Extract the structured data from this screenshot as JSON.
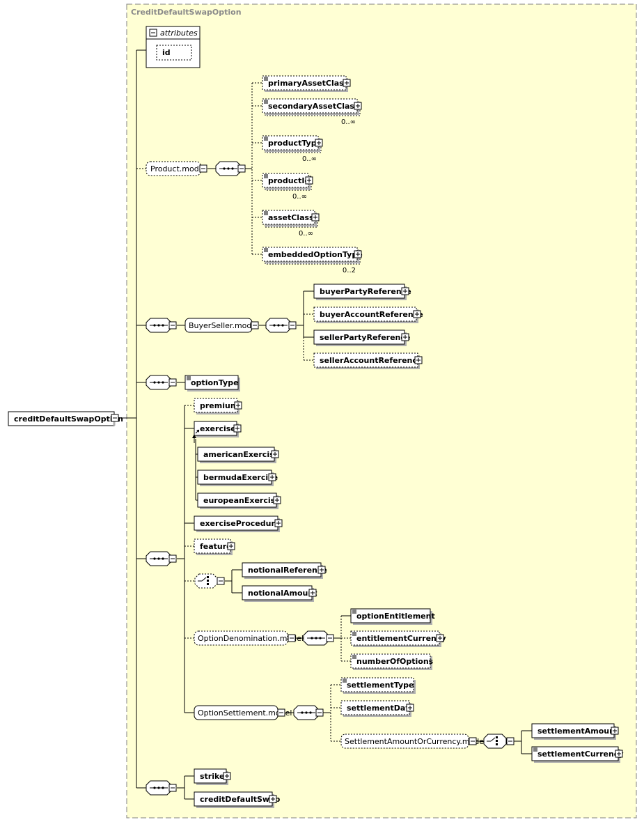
{
  "root": {
    "name": "creditDefaultSwapOption"
  },
  "complex_type": {
    "name": "CreditDefaultSwapOption"
  },
  "attributes": {
    "title": "attributes",
    "items": [
      "id"
    ]
  },
  "elements": [
    {
      "name": "primaryAssetClass"
    },
    {
      "name": "secondaryAssetClass",
      "occurrence": "0..∞"
    },
    {
      "name": "productType",
      "occurrence": "0..∞"
    },
    {
      "name": "productId",
      "occurrence": "0..∞"
    },
    {
      "name": "assetClass",
      "occurrence": "0..∞"
    },
    {
      "name": "embeddedOptionType",
      "occurrence": "0..2"
    },
    {
      "name": "buyerPartyReference"
    },
    {
      "name": "buyerAccountReference"
    },
    {
      "name": "sellerPartyReference"
    },
    {
      "name": "sellerAccountReference"
    },
    {
      "name": "optionType"
    },
    {
      "name": "premium"
    },
    {
      "name": "exercise"
    },
    {
      "name": "americanExercise"
    },
    {
      "name": "bermudaExercise"
    },
    {
      "name": "europeanExercise"
    },
    {
      "name": "exerciseProcedure"
    },
    {
      "name": "feature"
    },
    {
      "name": "notionalReference"
    },
    {
      "name": "notionalAmount"
    },
    {
      "name": "optionEntitlement"
    },
    {
      "name": "entitlementCurrency"
    },
    {
      "name": "numberOfOptions"
    },
    {
      "name": "settlementType"
    },
    {
      "name": "settlementDate"
    },
    {
      "name": "settlementAmount"
    },
    {
      "name": "settlementCurrency"
    },
    {
      "name": "strike"
    },
    {
      "name": "creditDefaultSwap"
    }
  ],
  "groups": [
    {
      "name": "Product.model"
    },
    {
      "name": "BuyerSeller.model"
    },
    {
      "name": "OptionDenomination.model"
    },
    {
      "name": "OptionSettlement.model"
    },
    {
      "name": "SettlementAmountOrCurrency.model"
    }
  ],
  "colors": {
    "background": "#ffffd4",
    "line": "#000000",
    "shadow": "#b0b0b0",
    "title": "#8a8a8a"
  }
}
